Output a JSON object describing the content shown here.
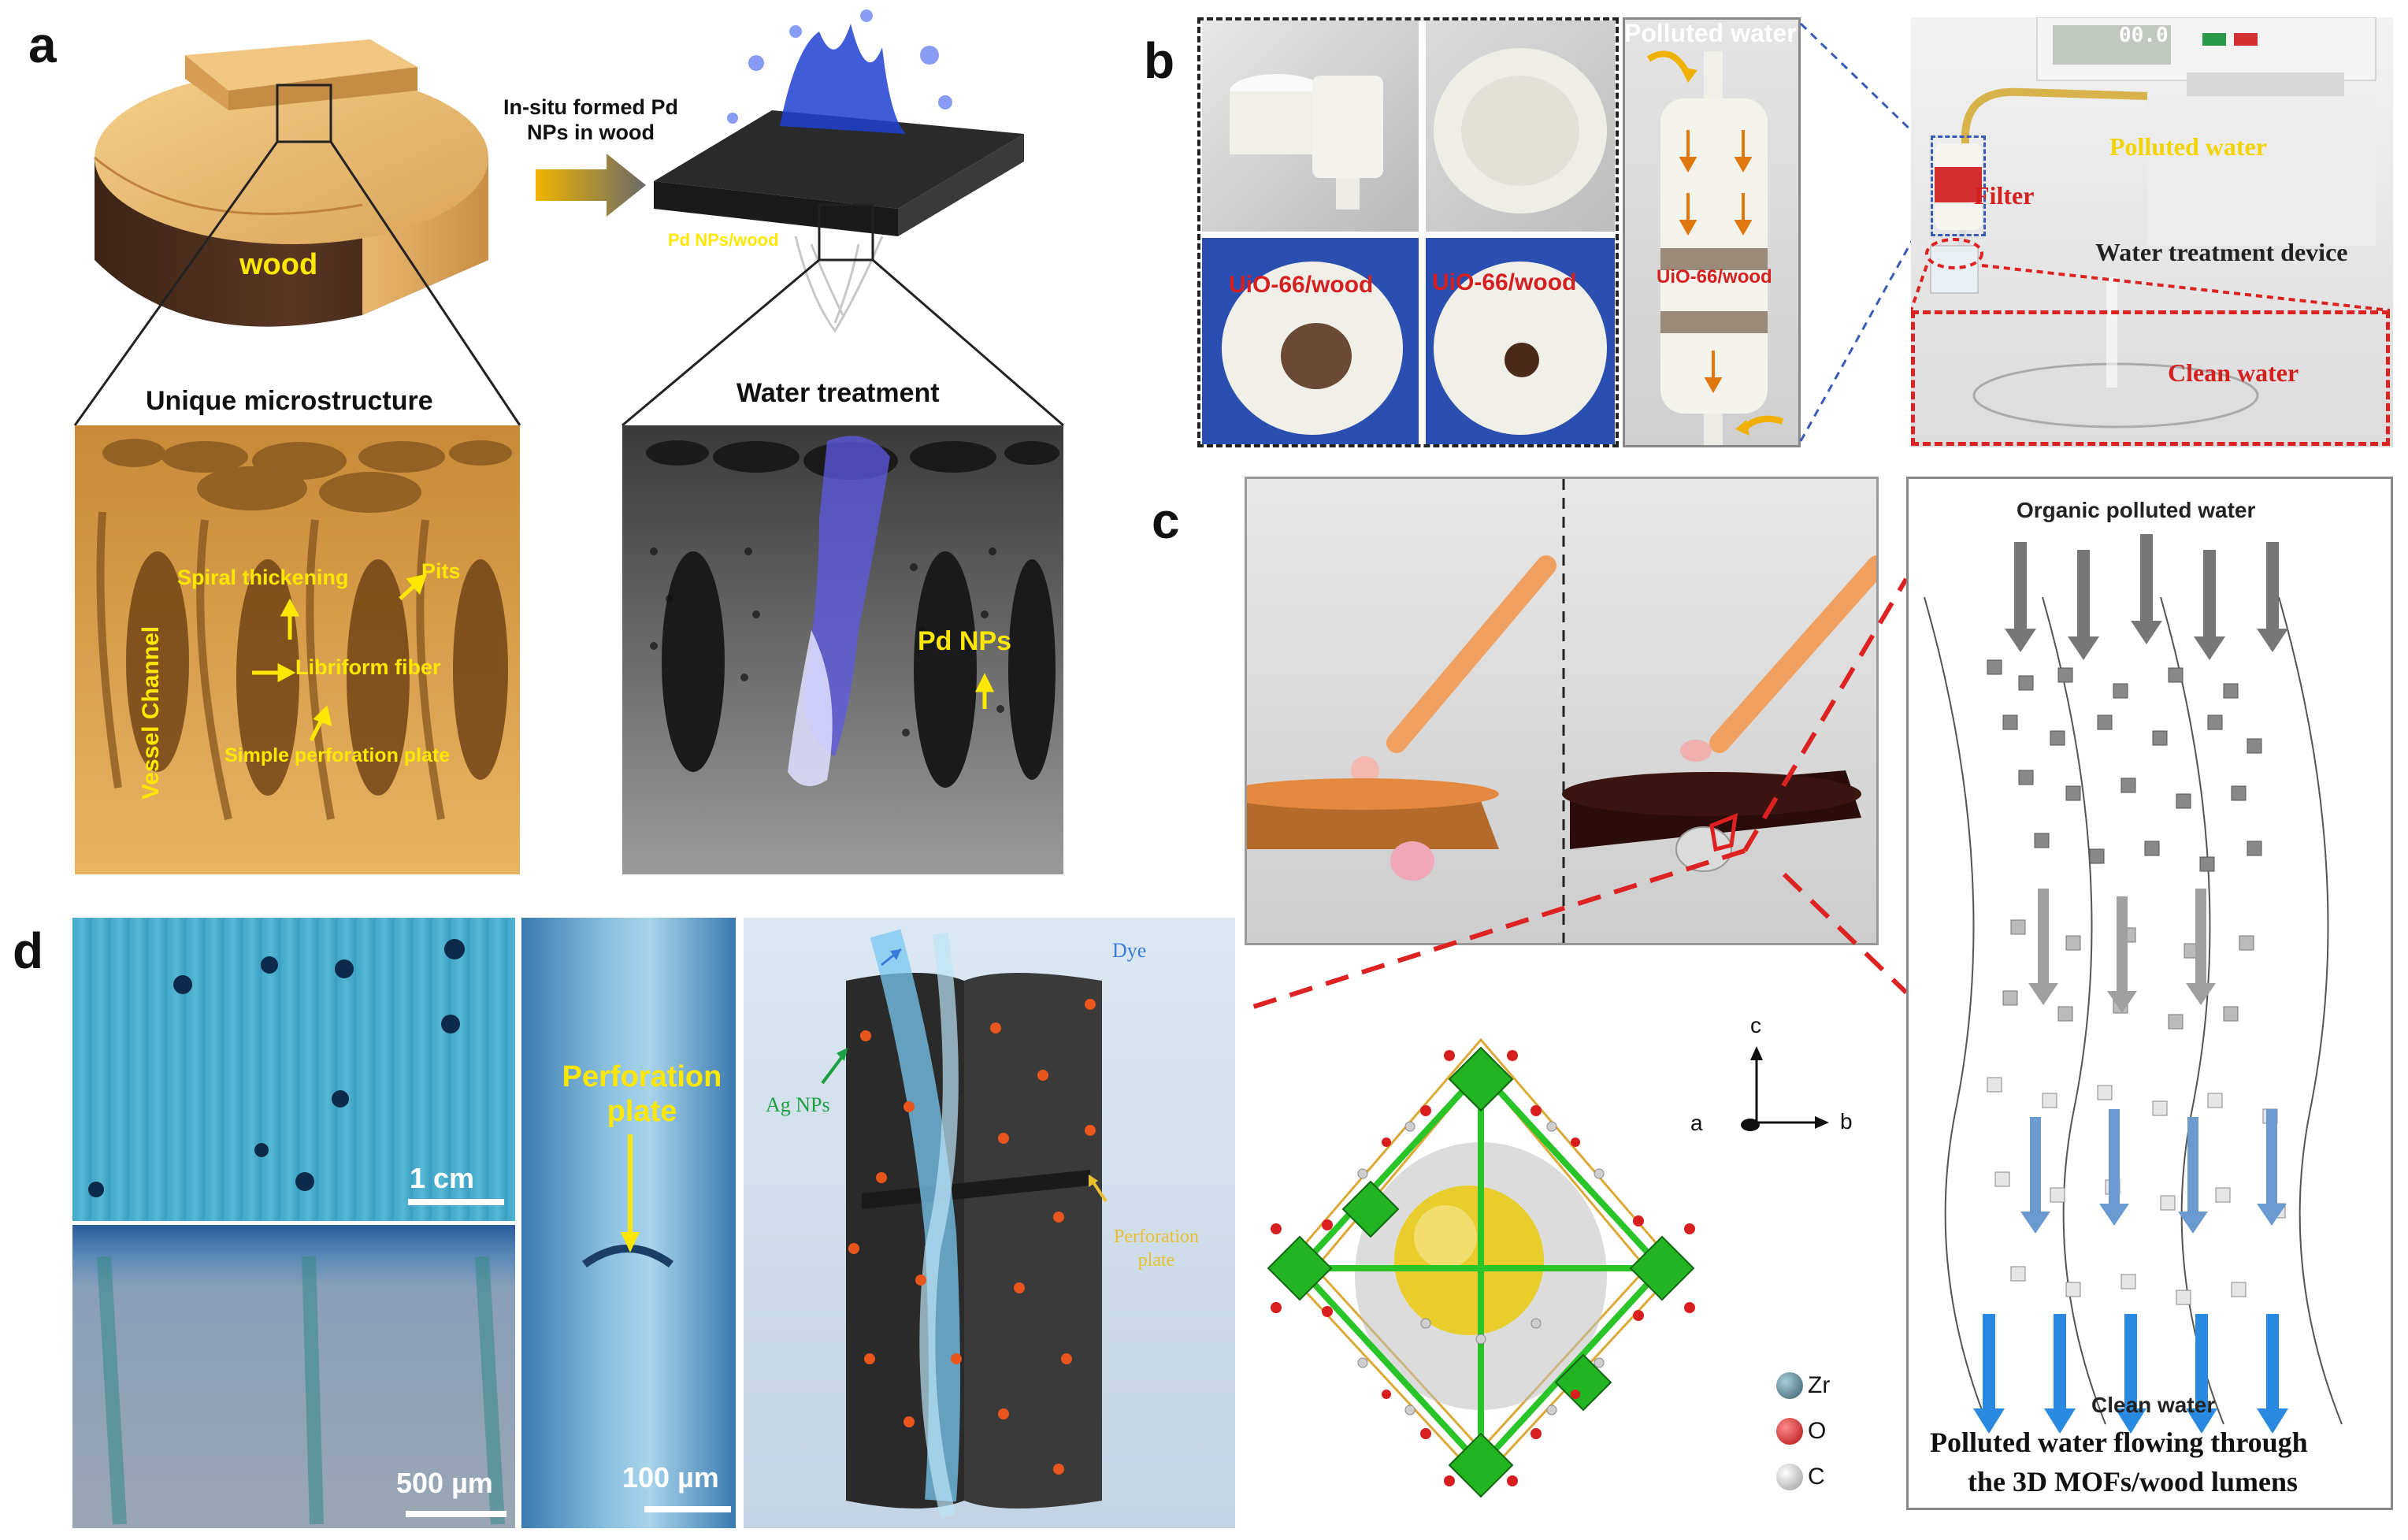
{
  "panel_labels": {
    "a": "a",
    "b": "b",
    "c": "c",
    "d": "d"
  },
  "panel_a": {
    "wood_label": "wood",
    "insitu_label": "In-situ formed Pd NPs in wood",
    "pd_wood_label": "Pd NPs/wood",
    "unique_micro": "Unique microstructure",
    "water_treatment": "Water treatment",
    "spiral": "Spiral thickening",
    "pits": "Pits",
    "libriform": "Libriform fiber",
    "vessel": "Vessel Channel",
    "perforation": "Simple perforation plate",
    "pd_nps": "Pd NPs"
  },
  "panel_b": {
    "uio_left": "UiO-66/wood",
    "uio_right": "UiO-66/wood",
    "polluted_top": "Polluted water",
    "uio_column": "UiO-66/wood",
    "filter": "Filter",
    "display": "00.0",
    "polluted_device": "Polluted water",
    "device": "Water treatment device",
    "clean": "Clean water"
  },
  "panel_c": {
    "organic": "Organic polluted water",
    "clean": "Clean water",
    "caption_line1": "Polluted water flowing through",
    "caption_line2": "the 3D MOFs/wood lumens",
    "axis_c": "c",
    "axis_a": "a",
    "axis_b": "b",
    "legend": [
      {
        "symbol": "Zr",
        "color": "#4a7a8a"
      },
      {
        "symbol": "O",
        "color": "#d41e1e"
      },
      {
        "symbol": "C",
        "color": "#c8c8c8"
      }
    ]
  },
  "panel_d": {
    "scale_1cm": "1 cm",
    "scale_500": "500 µm",
    "perf_plate": "Perforation plate",
    "scale_100": "100 µm",
    "dye": "Dye",
    "ag_nps": "Ag NPs",
    "perf_plate_small": "Perforation plate"
  },
  "colors": {
    "yellow_label": "#ffe800",
    "red_label": "#d42020",
    "dashed_red": "#dd2222"
  }
}
